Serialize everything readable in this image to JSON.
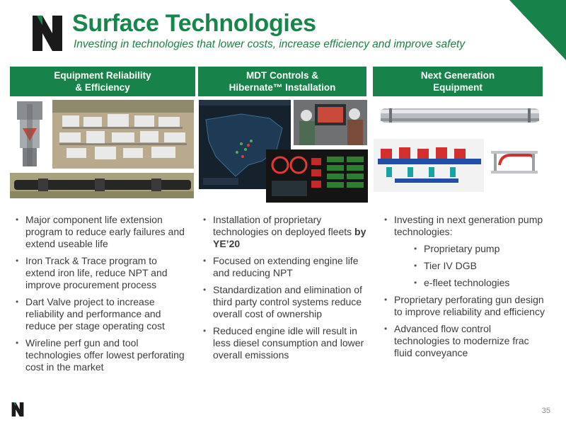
{
  "slide": {
    "title": "Surface Technologies",
    "subtitle": "Investing in technologies that lower costs, increase efficiency and improve safety",
    "page_number": "35",
    "colors": {
      "brand_green": "#17834a",
      "logo_black": "#1a1a1a"
    }
  },
  "columns": [
    {
      "header": "Equipment Reliability\n& Efficiency",
      "bullets": [
        {
          "text": "Major component life extension program to reduce early failures and extend useable life"
        },
        {
          "text": "Iron Track & Trace program to extend iron life, reduce NPT and improve procurement process"
        },
        {
          "text": "Dart Valve project to increase reliability and performance and reduce per stage operating cost"
        },
        {
          "text": "Wireline perf gun and tool technologies offer lowest perforating cost in the market"
        }
      ]
    },
    {
      "header": "MDT Controls &\nHibernate™ Installation",
      "bullets": [
        {
          "text": "Installation of proprietary technologies on deployed fleets",
          "strong": "by YE’20"
        },
        {
          "text": "Focused on extending engine life and reducing NPT"
        },
        {
          "text": "Standardization and elimination of third party control systems reduce overall cost of ownership"
        },
        {
          "text": "Reduced engine idle will result in less diesel consumption and lower overall emissions"
        }
      ]
    },
    {
      "header": "Next Generation\nEquipment",
      "bullets": [
        {
          "text": "Investing in next generation pump technologies:"
        },
        {
          "text": "Proprietary pump",
          "sub": true
        },
        {
          "text": "Tier IV DGB",
          "sub": true
        },
        {
          "text": "e-fleet technologies",
          "sub": true
        },
        {
          "text": "Proprietary perforating gun design to improve reliability and efficiency"
        },
        {
          "text": "Advanced flow control technologies to modernize frac fluid conveyance"
        }
      ]
    }
  ]
}
